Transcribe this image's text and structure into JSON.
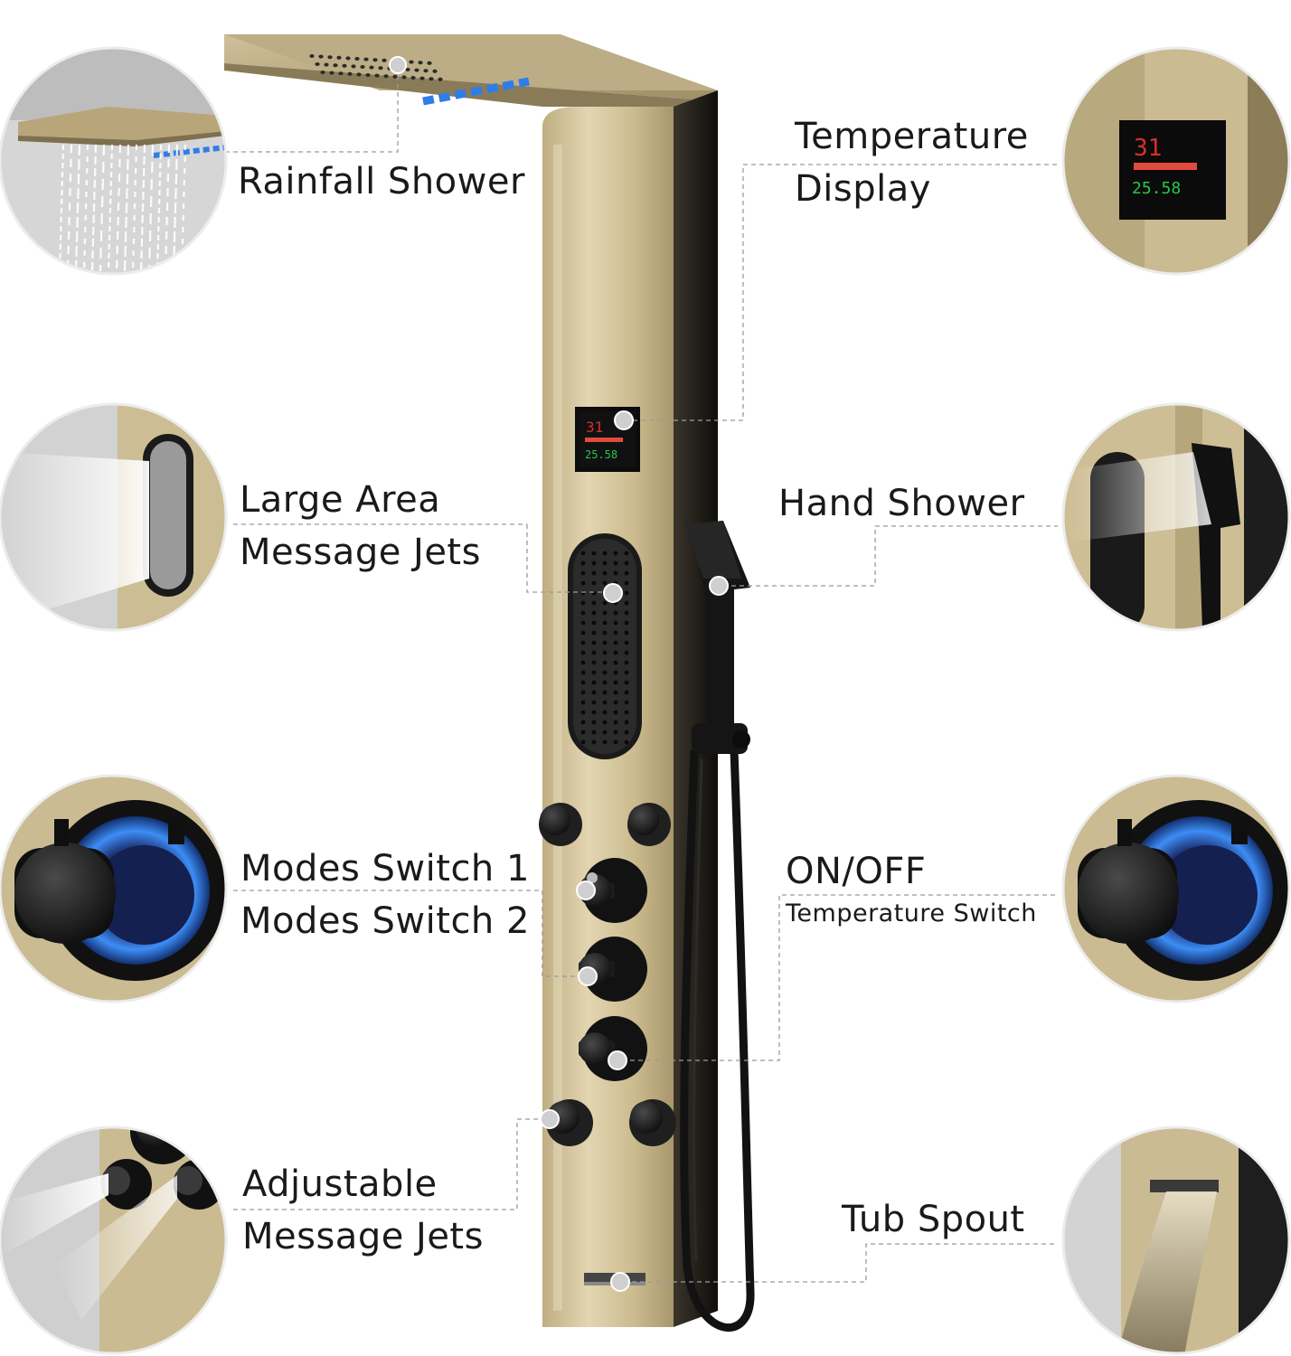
{
  "labels": {
    "rainfall_shower": "Rainfall Shower",
    "temperature_display": [
      "Temperature",
      "Display"
    ],
    "large_area_jets": [
      "Large Area",
      "Message Jets"
    ],
    "hand_shower": "Hand Shower",
    "modes_switch": [
      "Modes Switch 1",
      "Modes Switch 2"
    ],
    "on_off": "ON/OFF",
    "temperature_switch": "Temperature Switch",
    "adjustable_jets": [
      "Adjustable",
      "Message Jets"
    ],
    "tub_spout": "Tub Spout"
  },
  "display_readout": [
    "31",
    "25.58"
  ],
  "colors": {
    "gold": "#c9b98f",
    "gold_dark": "#9c8c64",
    "gold_light": "#e4d8b6",
    "black": "#141414",
    "led_blue": "#2f7de8",
    "leader": "#9a9a9a",
    "dot": "#c8c8c8"
  },
  "icons": [
    "rainfall-shower-photo",
    "temperature-display-photo",
    "jet-spray-photo",
    "hand-shower-photo",
    "mode-knob-photo",
    "temperature-knob-photo",
    "adjustable-jet-photo",
    "tub-spout-photo"
  ]
}
